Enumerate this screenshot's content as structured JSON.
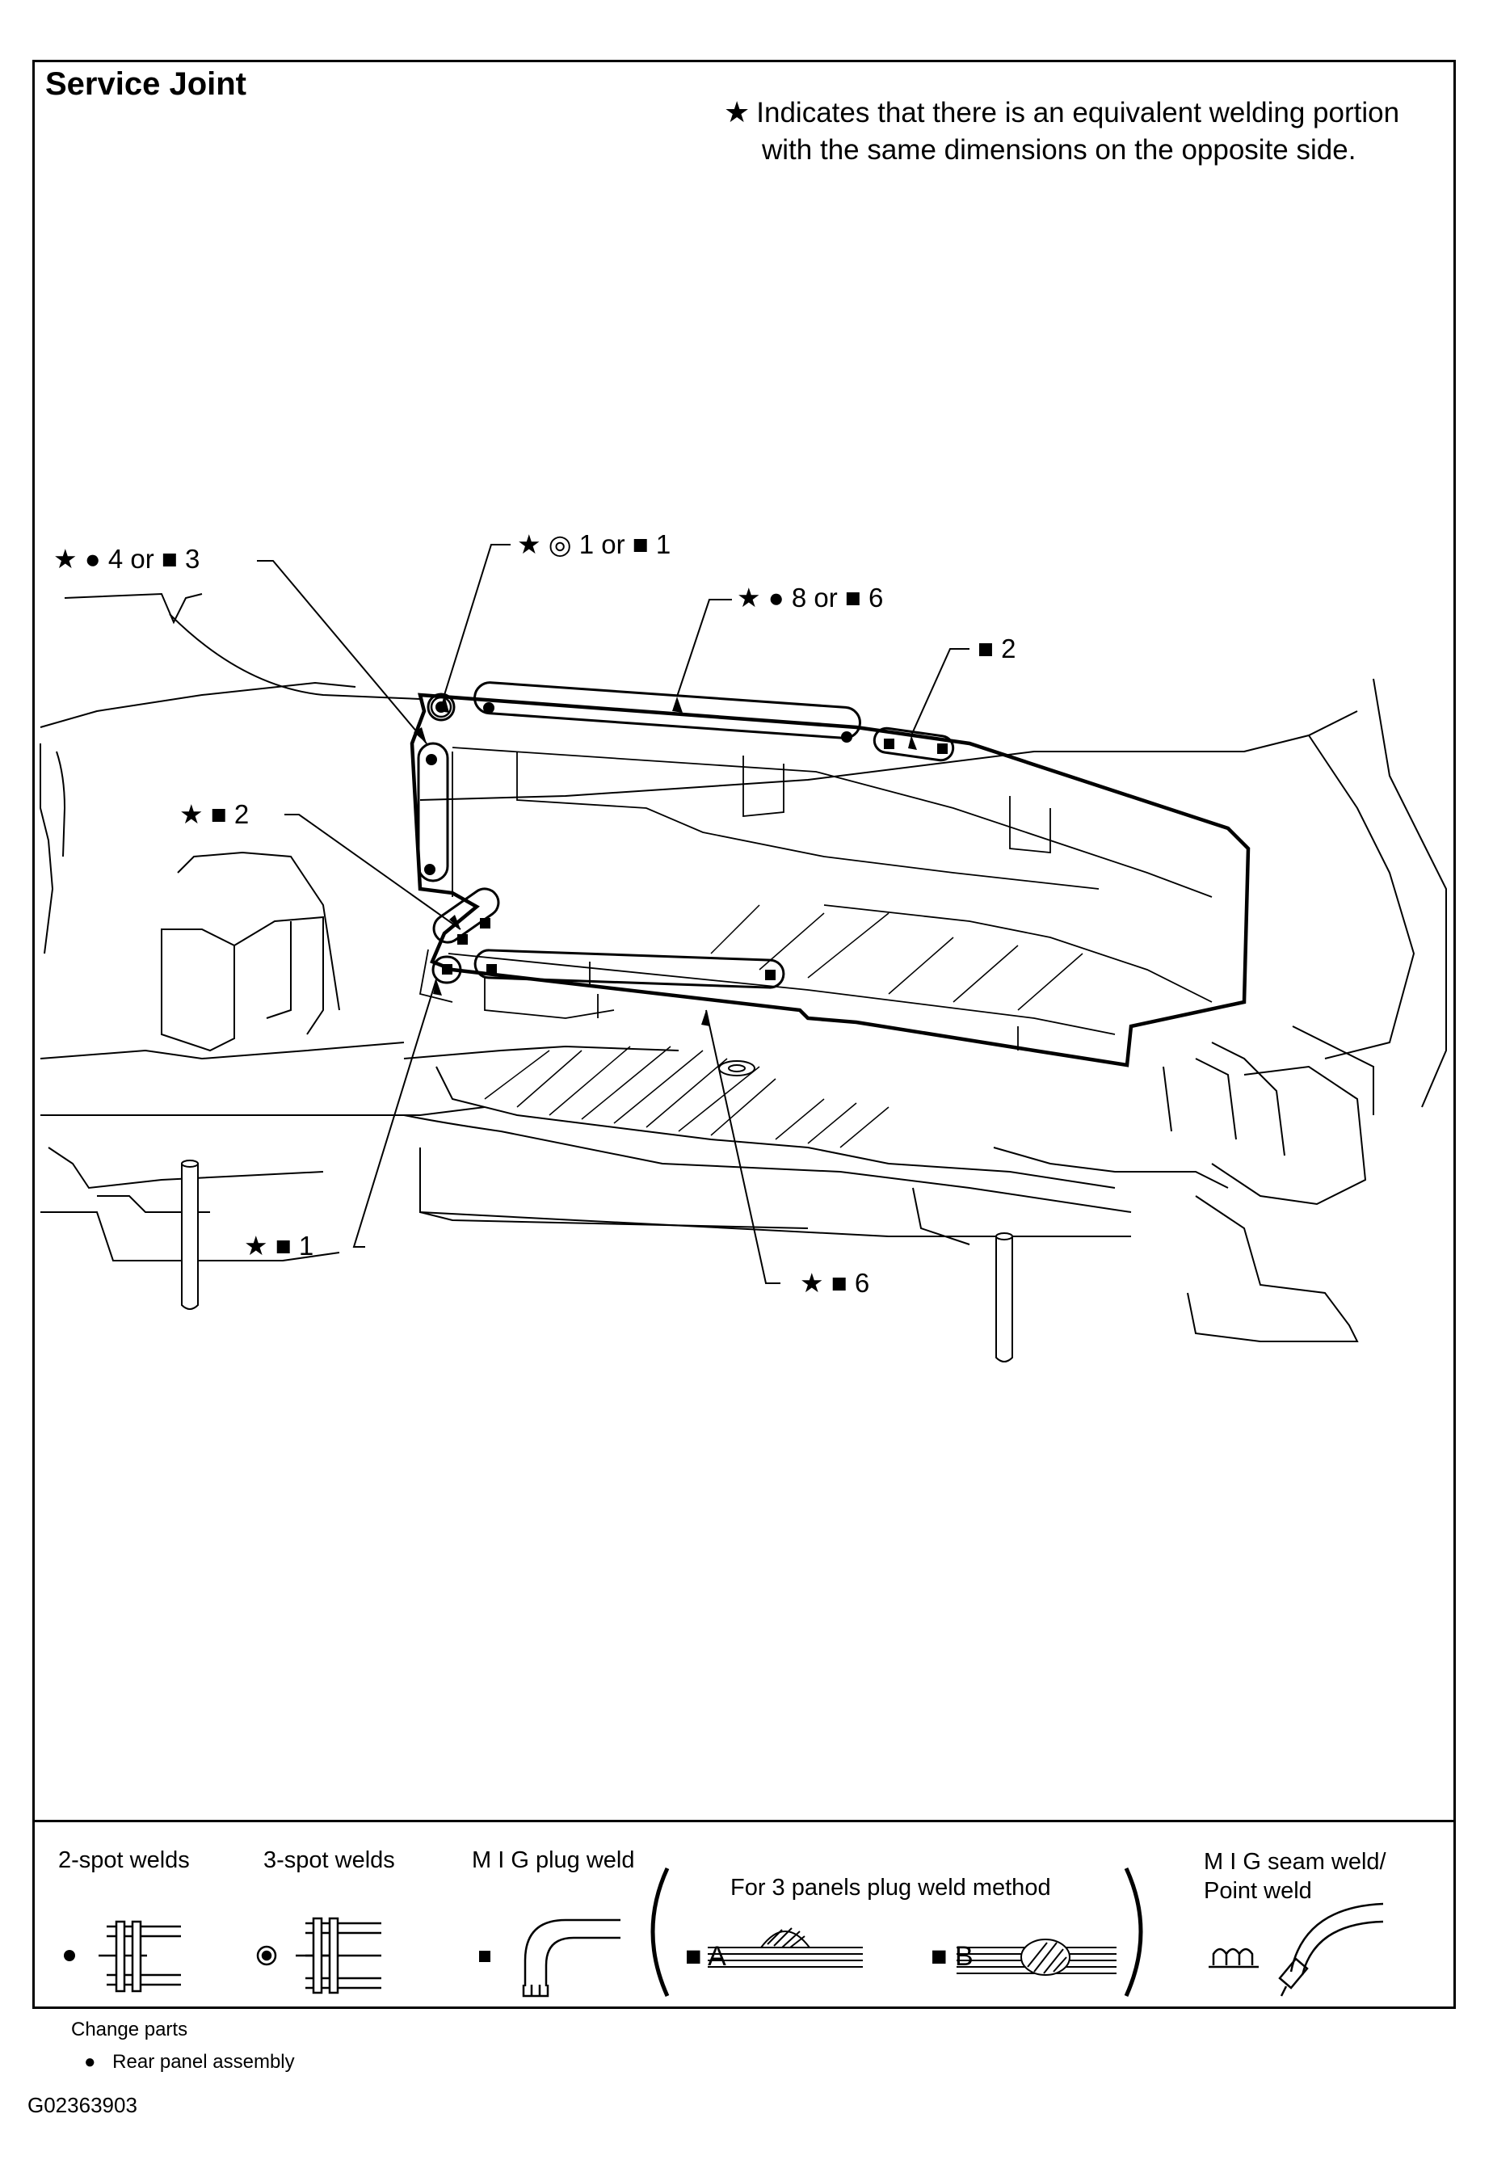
{
  "title": "Service Joint",
  "note": {
    "symbol": "★",
    "line1": "Indicates that there is an equivalent welding portion",
    "line2": "with the same dimensions on the opposite side."
  },
  "callouts": {
    "c1": {
      "star": "★",
      "shape": "●",
      "text1": "4 or",
      "shape2": "■",
      "text2": "3"
    },
    "c2": {
      "star": "★",
      "shape": "◎",
      "text1": "1 or",
      "shape2": "■",
      "text2": "1"
    },
    "c3": {
      "star": "★",
      "shape": "●",
      "text1": "8 or",
      "shape2": "■",
      "text2": "6"
    },
    "c4": {
      "shape": "■",
      "text": "2"
    },
    "c5": {
      "star": "★",
      "shape": "■",
      "text": "2"
    },
    "c6": {
      "star": "★",
      "shape": "■",
      "text": "1"
    },
    "c7": {
      "star": "★",
      "shape": "■",
      "text": "6"
    }
  },
  "legend": {
    "two_spot": "2-spot welds",
    "three_spot": "3-spot welds",
    "mig_plug": "M I G plug weld",
    "three_panels": "For 3 panels plug weld method",
    "method_a": "A",
    "method_b": "B",
    "mig_seam_line1": "M I G seam weld/",
    "mig_seam_line2": "Point weld"
  },
  "footer": {
    "change_parts": "Change parts",
    "rear_panel": "Rear panel assembly",
    "figure_id": "G02363903"
  },
  "icons": [
    "star-icon",
    "dot-icon",
    "double-circle-icon",
    "square-icon"
  ]
}
